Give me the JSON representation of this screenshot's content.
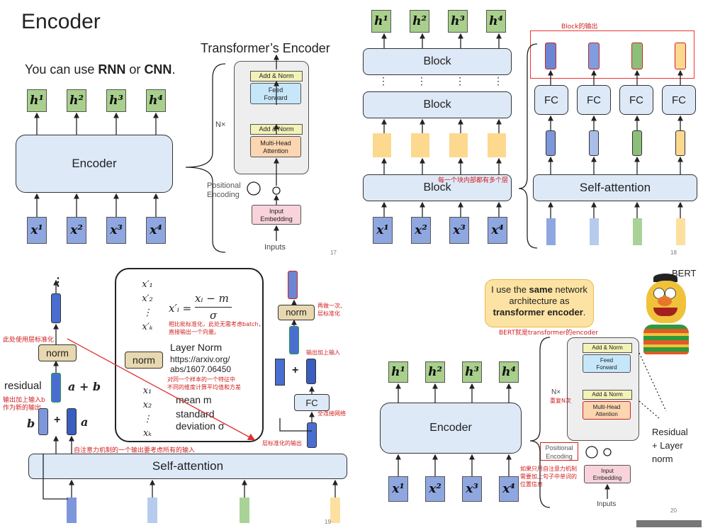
{
  "p1": {
    "title": "Encoder",
    "subtitle_prefix": "You can use ",
    "rnn": "RNN",
    "or": " or ",
    "cnn": "CNN",
    "period": ".",
    "encoder_label": "Encoder",
    "transformer_title": "Transformer’s Encoder",
    "h": [
      "h¹",
      "h²",
      "h³",
      "h⁴"
    ],
    "x": [
      "x¹",
      "x²",
      "x³",
      "x⁴"
    ],
    "nx": "N×",
    "add_norm": "Add & Norm",
    "feed_forward": "Feed\nForward",
    "mha": "Multi-Head\nAttention",
    "positional": "Positional\nEncoding",
    "input_embedding": "Input\nEmbedding",
    "inputs": "Inputs",
    "page": "17"
  },
  "p2": {
    "h": [
      "h¹",
      "h²",
      "h³",
      "h⁴"
    ],
    "x": [
      "x¹",
      "x²",
      "x³",
      "x⁴"
    ],
    "block": "Block",
    "fc": "FC",
    "self_attention": "Self-attention",
    "red_block_output": "Block的输出",
    "red_each_block": "每一个块内部都有多个层",
    "page": "18"
  },
  "p3": {
    "red_use_layernorm": "此处使用层标准化",
    "norm": "norm",
    "residual": "residual",
    "a_plus_b": "a + b",
    "b": "b",
    "a": "a",
    "plus": "+",
    "red_add_b": "输出加上输入b\n作为新的输出",
    "red_self_attn_output": "自注意力机制的一个输出要考虑所有的输入",
    "self_attention": "Self-attention",
    "formula_lhs": "x′ᵢ =",
    "formula_num": "xᵢ − m",
    "formula_den": "σ",
    "red_contrast": "相比批标准化，此处无需考虑batch，\n直接输出一个向量。",
    "layer_norm": "Layer Norm",
    "arxiv": "https://arxiv.org/\nabs/1607.06450",
    "red_same_sample": "对同一个样本的一个特征中\n不同的维度计算平均值和方差",
    "mean": "mean m",
    "std": "standard\ndeviation σ",
    "xprime_vec": [
      "x′₁",
      "x′₂",
      "⋮",
      "x′ₖ"
    ],
    "x_vec": [
      "x₁",
      "x₂",
      "⋮",
      "xₖ"
    ],
    "red_again": "再做一次、\n层标准化",
    "red_add_input": "输出加上输入",
    "fc": "FC",
    "red_fc": "全连接网络",
    "red_norm_output": "层标准化的输出",
    "dots": "⋮",
    "page": "19"
  },
  "p4": {
    "bubble_pre": "I use the ",
    "bubble_same": "same",
    "bubble_mid": " network\narchitecture as",
    "bubble_te": "transformer encoder",
    "bubble_end": ".",
    "bert": "BERT",
    "red_bert": "BERT就是transformer的encoder",
    "encoder": "Encoder",
    "h": [
      "h¹",
      "h²",
      "h³",
      "h⁴"
    ],
    "x": [
      "x¹",
      "x²",
      "x³",
      "x⁴"
    ],
    "nx": "N×",
    "red_repeat": "重复N次",
    "add_norm": "Add & Norm",
    "feed_forward": "Feed\nForward",
    "mha": "Multi-Head\nAttention",
    "positional": "Positional\nEncoding",
    "input_embedding": "Input\nEmbedding",
    "inputs": "Inputs",
    "red_posenc": "如果只用自注意力机制\n需要加上句子中单词的\n位置信息",
    "residual": "Residual\n+ Layer\nnorm",
    "page": "20"
  },
  "colors": {
    "blue_box": "#dde9f7",
    "x_box": "#8fa7e0",
    "h_box": "#a8cf8c",
    "red_annotation": "#d02020",
    "orange_vec": "#fdd88f",
    "bubble": "#fde3a3"
  }
}
